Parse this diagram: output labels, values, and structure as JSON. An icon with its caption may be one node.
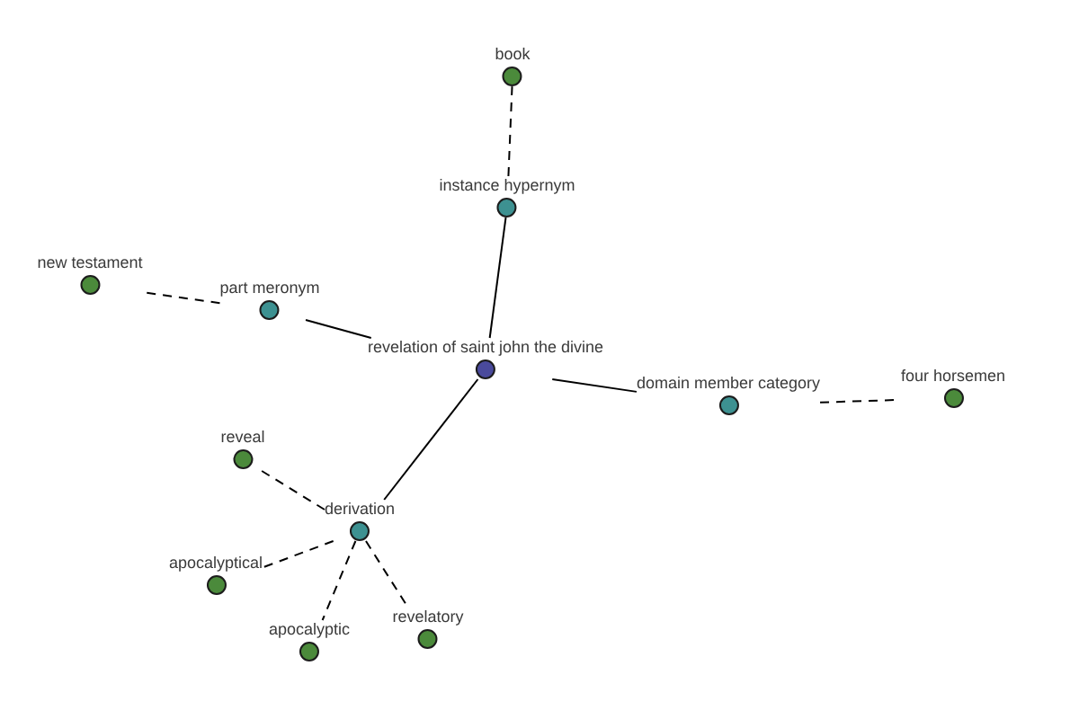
{
  "diagram": {
    "nodes": [
      {
        "text": [
          "book"
        ]
      },
      {
        "text": [
          "instance hypernym"
        ]
      },
      {
        "text": [
          "new testament"
        ]
      },
      {
        "text": [
          "part meronym"
        ]
      },
      {
        "text": [
          "revelation of saint john the divine"
        ]
      },
      {
        "text": [
          "domain member category"
        ]
      },
      {
        "text": [
          "four horsemen"
        ]
      },
      {
        "text": [
          "reveal"
        ]
      },
      {
        "text": [
          "derivation"
        ]
      },
      {
        "text": [
          "apocalyptical"
        ]
      },
      {
        "text": [
          "revelatory"
        ]
      },
      {
        "text": [
          "apocalyptic"
        ]
      }
    ],
    "edges": [
      {
        "from": 4,
        "to": 1,
        "arrow": "none"
      },
      {
        "from": 1,
        "to": 0,
        "arrow": "none",
        "style": "dashed"
      },
      {
        "from": 4,
        "to": 3,
        "arrow": "none"
      },
      {
        "from": 3,
        "to": 2,
        "arrow": "none",
        "style": "dashed"
      },
      {
        "from": 4,
        "to": 5,
        "arrow": "none"
      },
      {
        "from": 5,
        "to": 6,
        "arrow": "none",
        "style": "dashed"
      },
      {
        "from": 4,
        "to": 8,
        "arrow": "none"
      },
      {
        "from": 8,
        "to": 7,
        "arrow": "none",
        "style": "dashed"
      },
      {
        "from": 8,
        "to": 9,
        "arrow": "none",
        "style": "dashed"
      },
      {
        "from": 8,
        "to": 11,
        "arrow": "none",
        "style": "dashed"
      },
      {
        "from": 8,
        "to": 10,
        "arrow": "none",
        "style": "dashed"
      }
    ]
  }
}
